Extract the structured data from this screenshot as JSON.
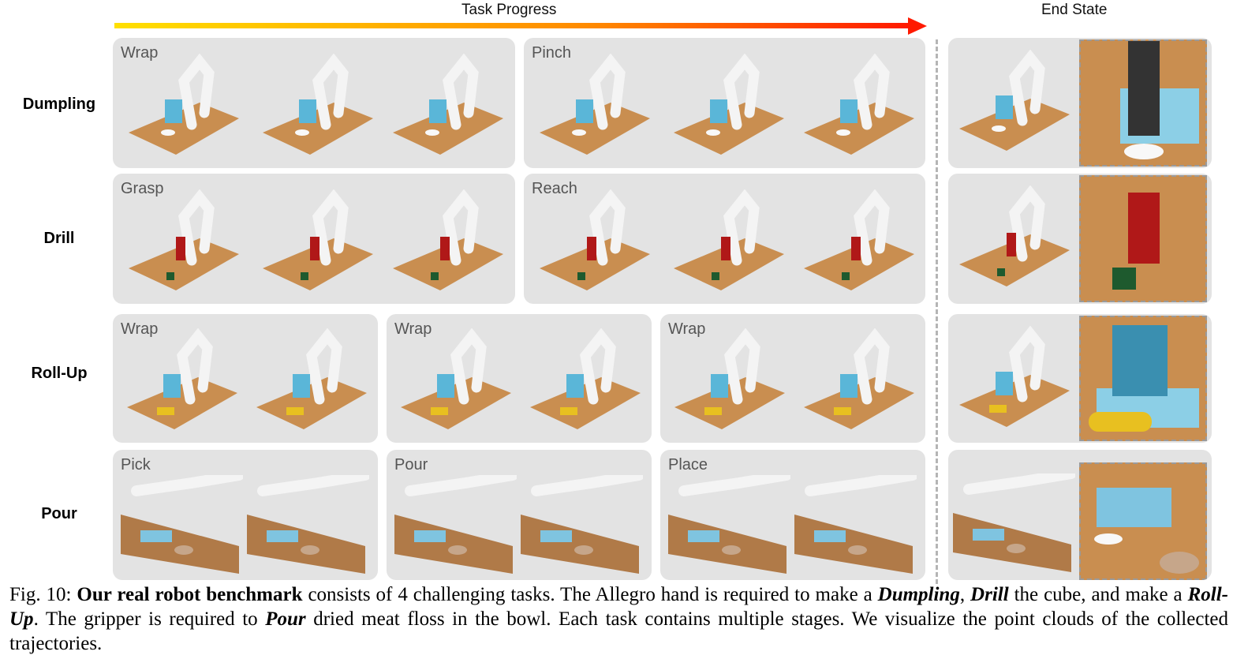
{
  "header": {
    "progress_label": "Task Progress",
    "end_label": "End State"
  },
  "rows": [
    {
      "label": "Dumpling",
      "stages": [
        "Wrap",
        "Pinch"
      ]
    },
    {
      "label": "Drill",
      "stages": [
        "Grasp",
        "Reach"
      ]
    },
    {
      "label": "Roll-Up",
      "stages": [
        "Wrap",
        "Wrap",
        "Wrap"
      ]
    },
    {
      "label": "Pour",
      "stages": [
        "Pick",
        "Pour",
        "Place"
      ]
    }
  ],
  "caption": {
    "fig": "Fig. 10:",
    "bold_lead": "Our real robot benchmark",
    "t1": " consists of 4 challenging tasks. The Allegro hand is required to make a ",
    "task1": "Dumpling",
    "t2": ", ",
    "task2": "Drill",
    "t3": " the cube, and make a ",
    "task3": "Roll-Up",
    "t4": ". The gripper is required to ",
    "task4": "Pour",
    "t5": " dried meat floss in the bowl. Each task contains multiple stages. We visualize the point clouds of the collected trajectories."
  },
  "colors": {
    "arrow_start": "#ffe000",
    "arrow_end": "#ff1a00",
    "panel_bg": "#e3e3e3",
    "table": "#c98e50"
  }
}
